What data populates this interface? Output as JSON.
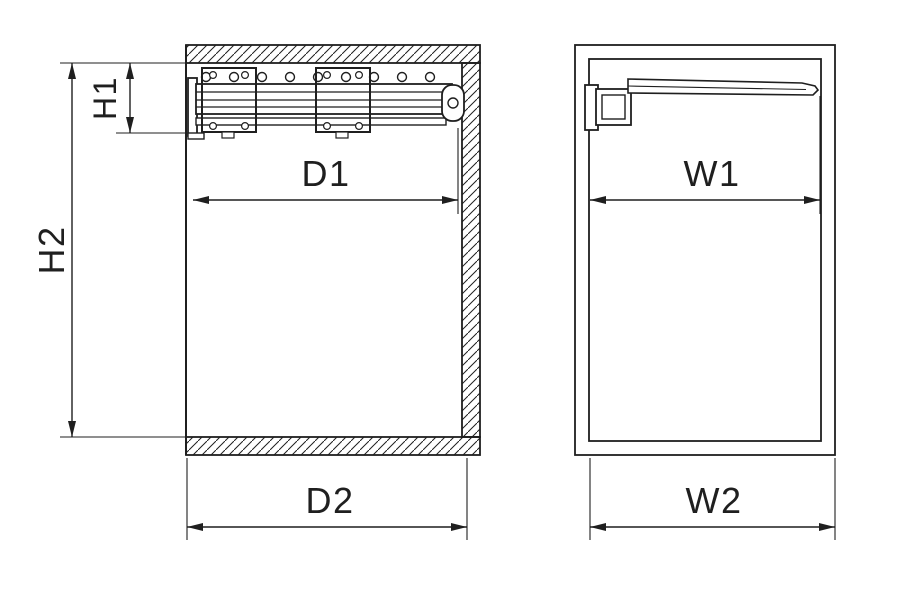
{
  "colors": {
    "line": "#1f1f1f",
    "background": "#ffffff"
  },
  "dimensions": {
    "h1": "H1",
    "h2": "H2",
    "d1": "D1",
    "d2": "D2",
    "w1": "W1",
    "w2": "W2"
  }
}
